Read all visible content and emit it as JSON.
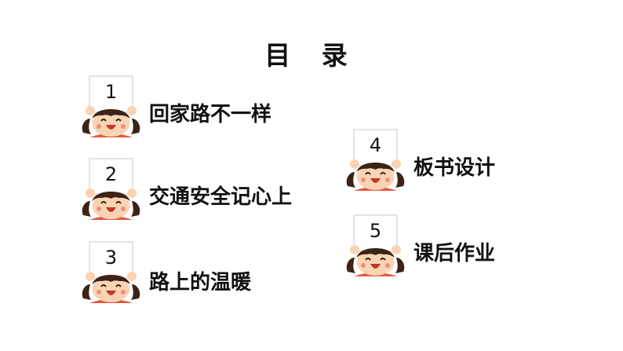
{
  "title": "目  录",
  "items": [
    {
      "number": "1",
      "label": "回家路不一样"
    },
    {
      "number": "2",
      "label": "交通安全记心上"
    },
    {
      "number": "3",
      "label": "路上的温暖"
    },
    {
      "number": "4",
      "label": "板书设计"
    },
    {
      "number": "5",
      "label": "课后作业"
    }
  ],
  "colors": {
    "hair": "#3b2316",
    "skin": "#f9d4b4",
    "cheek": "#f58c7a",
    "mouth": "#c0392b",
    "shirt": "#e8563a",
    "card": "#ffffff",
    "text": "#111111"
  }
}
